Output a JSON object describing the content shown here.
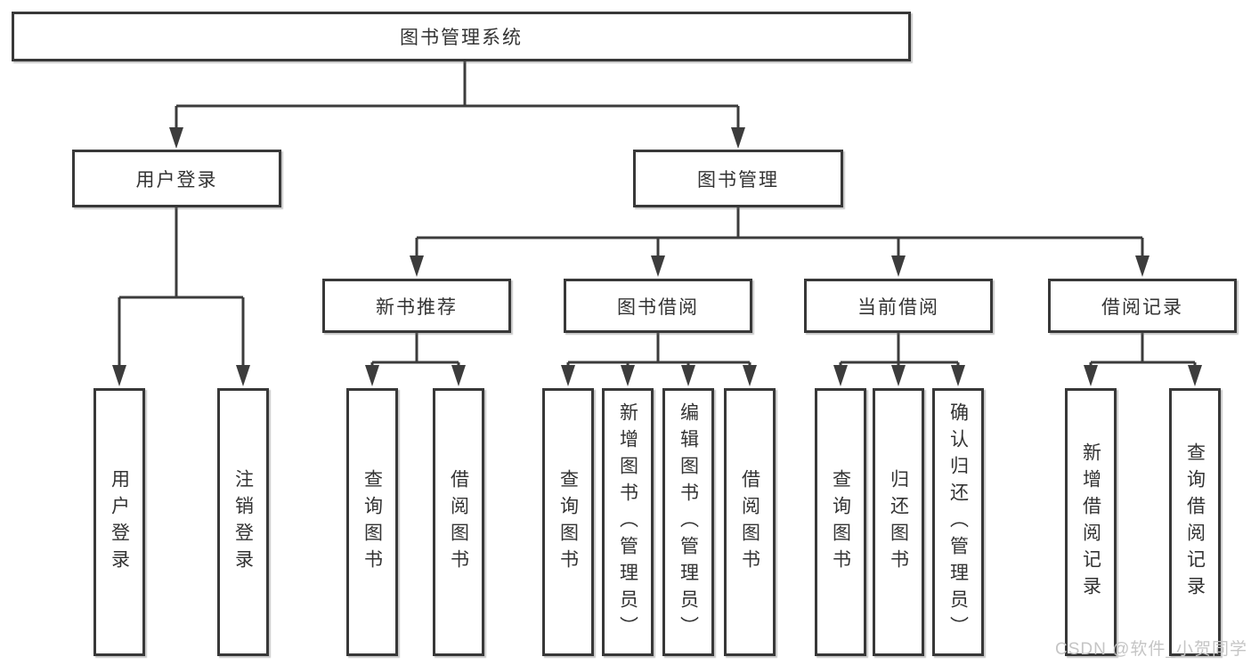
{
  "diagram": {
    "root": {
      "label": "图书管理系统"
    },
    "user_branch": {
      "label": "用户登录",
      "children": [
        {
          "label": "用户登录"
        },
        {
          "label": "注销登录"
        }
      ]
    },
    "mgmt_branch": {
      "label": "图书管理"
    },
    "modules": [
      {
        "label": "新书推荐",
        "children": [
          {
            "label": "查询图书"
          },
          {
            "label": "借阅图书"
          }
        ]
      },
      {
        "label": "图书借阅",
        "children": [
          {
            "label": "查询图书"
          },
          {
            "label": "新增图书（管理员）"
          },
          {
            "label": "编辑图书（管理员）"
          },
          {
            "label": "借阅图书"
          }
        ]
      },
      {
        "label": "当前借阅",
        "children": [
          {
            "label": "查询图书"
          },
          {
            "label": "归还图书"
          },
          {
            "label": "确认归还（管理员）"
          }
        ]
      },
      {
        "label": "借阅记录",
        "children": [
          {
            "label": "新增借阅记录"
          },
          {
            "label": "查询借阅记录"
          }
        ]
      }
    ]
  },
  "watermark": "CSDN @软件_小贺同学",
  "colors": {
    "line": "#3c3c3c",
    "box_border": "#383838",
    "text": "#333333",
    "watermark": "#c5c5c5",
    "background": "#ffffff"
  }
}
